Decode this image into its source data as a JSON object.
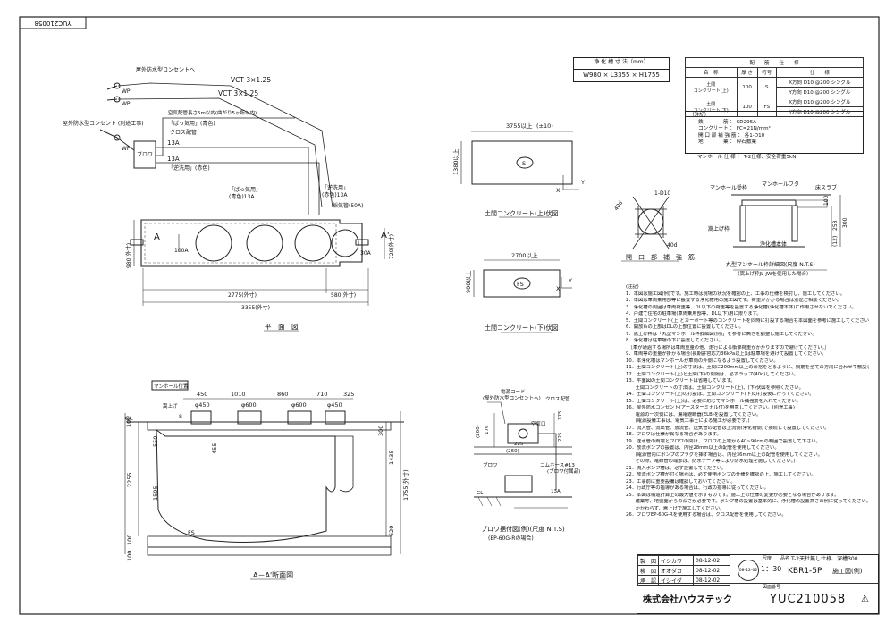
{
  "drawing_id_stamp": "YUC210058",
  "dims_table": {
    "header": "浄 化 槽 寸 法（mm）",
    "value": "W980 × L3355 × H1755"
  },
  "spec_table": {
    "title": "配　　筋　　仕　　様",
    "headers": [
      "名　称",
      "厚 さ",
      "符号",
      "仕　　様"
    ],
    "rows": [
      {
        "name": "土間\nコンクリート(上)",
        "thickness": "100",
        "code": "S",
        "specs": [
          "X方向 D10 @200 シングル",
          "Y方向 D10 @200 シングル"
        ]
      },
      {
        "name": "土間\nコンクリート(下)",
        "thickness": "100",
        "code": "FS",
        "specs": [
          "X方向 D10 @200 シングル",
          "Y方向 D10 @200 シングル"
        ]
      }
    ],
    "notes_title": "（注記）",
    "notes": [
      "鉄　　　　筋 ： SD295A",
      "コンクリート ： FC=21N/mm²",
      "開 口 部 補 強 筋 ： 各1-D10",
      "地　　　　業 ： 砕石敷業",
      "マンホール 仕 様 ： T-2仕様、安全荷重5kN"
    ]
  },
  "plan": {
    "label_outdoor_outlet": "屋外防水型コンセントへ",
    "label_outlet_power": "屋外防水型コンセント\n(別途工事)",
    "wp": [
      "WP",
      "WP",
      "WP"
    ],
    "vct1": "VCT 3×1.25",
    "vct2": "VCT 3×1.25",
    "air_pipe_note": "空気配管長さ5m以内(曲がり5ヶ所以内)",
    "blower": "ブロワ",
    "cross_pipe": "クロス配管",
    "aeration_left": "「ばっ気用」(青色)",
    "backwash": "「逆洗用」(赤色)",
    "pipe13a_1": "13A",
    "pipe13a_2": "13A",
    "aeration_label": "「ばっ気用」",
    "aeration_color": "(青色)13A",
    "backwash_label": "「逆洗用」",
    "backwash_color": "(赤色)13A",
    "sampling": "採気管(50A)",
    "inlet_a": "A",
    "inlet_pipe": "100A",
    "outlet_a": "A'",
    "outlet_pipe": "30A",
    "width_dim": "980(外寸)",
    "right_dim": "720(外寸)",
    "len1": "2775(外寸)",
    "len2": "580(外寸)",
    "len_total": "3355(外寸)",
    "caption": "平　面　図"
  },
  "slab_upper": {
    "dim_len": "3755以上",
    "dim_sub": "(±10)",
    "dim_h": "1380以上",
    "code": "S",
    "axis_x": "X",
    "axis_y": "Y",
    "caption": "土間コンクリート(上)伏図"
  },
  "slab_lower": {
    "dim_len": "2700以上",
    "dim_h": "900以上",
    "code": "FS",
    "axis_x": "X",
    "axis_y": "Y",
    "caption": "土間コンクリート(下)伏図"
  },
  "opening": {
    "d40": "40d",
    "bar": "1-D10",
    "d40b": "40d",
    "caption": "開　口　部　補　強　筋"
  },
  "manhole": {
    "frame": "マンホール受枠",
    "cover": "マンホールフタ",
    "slab": "床スラブ",
    "raise": "嵩上げ枠",
    "tank": "浄化槽本体",
    "d100": "100",
    "d300": "300",
    "d258": "258",
    "d12": "(12)",
    "caption": "丸型マンホール枠詳細図(尺度 N.T.S)",
    "subcaption": "（嵩上げ枠JL-JWを使用した場合）"
  },
  "section": {
    "manhole_pos": "マンホール位置",
    "dims_top": [
      "450",
      "1010",
      "860",
      "710",
      "325"
    ],
    "dia": [
      "φ450",
      "φ600",
      "φ600",
      "φ450"
    ],
    "gl": "GL",
    "raise": "嵩上げ",
    "s": "S",
    "fs": "FS",
    "left_dims": [
      "100",
      "550",
      "2255",
      "1505",
      "100",
      "100"
    ],
    "right_dims": [
      "300",
      "1435",
      "1755(外寸)",
      "620"
    ],
    "d455": "455",
    "caption": "A－A'断面図"
  },
  "blower_detail": {
    "power_cord": "電源コード",
    "outlet": "(屋外防水型コンセントへ)",
    "cross": "クロス配管",
    "air_intake": "空気口",
    "d260": "(260)",
    "d176": "176",
    "d225": "225",
    "d175": "175",
    "d225b": "225",
    "d260b": "(260)",
    "blower": "ブロワ",
    "hose": "ゴムホース#13",
    "hose_note": "(ブロワ付属品)",
    "d13a": "13A",
    "gl": "GL",
    "caption": "ブロワ据付図(例)(尺度 N.T.S)",
    "subcaption": "(EP-60G-Rの場合)"
  },
  "notes_title": "(注記)",
  "notes": [
    "1．本図は施工図(例)です。施工時は現場の状況を確認の上、工事の仕様を検討し、施工してください。",
    "2．本図は車両乗用部等に設置する浄化槽用の施工図です。荷重がかかる場合は別途ご相談ください。",
    "3．浄化槽の周囲は車両荷重等、DL以下の荷重等を設置する浄化槽(浄化槽本体)に作用させないでください。",
    "4．戸建て住宅の駐車場(車両乗用部等、DL以下)用に限ります。",
    "5．土間コンクリート(上)とカーポート等のコンクリートを同時に打設する場合も本図面を参考に施工してください。",
    "6．開放系の上部はDLの上部位置に設置してください。",
    "7．嵩上げ枠は「丸型マンホール枠詳細図(例)」を参考に高さを調整し施工してください。",
    "8．浄化槽は駐車場の下に設置してください。",
    "　［車が通過する場所は車両重量の他、走行による衝撃荷重がかかりますので避けてください。］",
    "9．車両等の重量が掛かる場合(長期許容応力36kPa以上)は駐車場を避けて設置してください。",
    "10．本浄化槽はマンホールが車両の外側になるよう設置してください。",
    "11．土間コンクリート(上)の寸法は、土間に200mm以上の余裕をとるように、鋼筋を全ての方向に合わせて敷設してください。",
    "12．土間コンクリート(上)と土間(下)の間隔は、必ずラップ(40d)してください。",
    "13．平面図の土間コンクリートは省略しています。",
    "　　土間コンクリートの寸法は、土間コンクリート(上)、(下)伏図を参照ください。",
    "14．土間コンクリート(上)の打設は、土間コンクリート(下)の打設後に行ってください。",
    "15．土間コンクリート(上)は、必要に応じてマンホール補強筋を入れてください。",
    "16．屋外防水コンセント(アースターミナル付)を用意してください。(別途工事)",
    "　　電源の一次側には、漏電遮断器(ELB)を設置してください。",
    "　　(電源設備工事は、電気工事士による施工が必要です。)",
    "17．流入管、流出管、放流管、送気管の配管は上流側(浄化槽側)で接続して設置してください。",
    "18．ブロワは仕様が異なる場合があります。",
    "19．送水管の両端とブロワの間は、ブロワの上端から40~90cmの範囲で設置して下さい。",
    "20．放流ポンプの設置は、内径28mm以上の配管を使用してください。",
    "　　(電源管内にポンプのプラグを挿す場合は、内径36mm以上の配管を使用してください。",
    "　　その際、電線管の端部は、防水テープ等により防水処理を施してください。)",
    "21．流入ポンプ槽は、必ず設置してください。",
    "22．放流ポンプ槽が付く場合は、必ず使用ポンプの仕様を確認の上、施工してください。",
    "23．工事前に重要設備は確認しておいてください。",
    "24．行政庁等の指導がある場合は、行政の指導に従ってください。",
    "25．本図は構造計算上の最大値を示すものです。施工上の仕様の変更が必要となる場合があります。",
    "　　建築等、地盤面からの深さが必要です。ポンプ槽の設置は基本的に、浄化槽の設置高さの例に従ってください。",
    "　　かかわらず、嵩上げで施工してください。",
    "26．ブロワEP-60G-Rを使用する場合は、クロス配管を使用してください。"
  ],
  "title_block": {
    "rows": [
      {
        "role": "製　図",
        "name": "イシカワ",
        "date": "08-12-02"
      },
      {
        "role": "検　図",
        "name": "オオダカ",
        "date": "08-12-02"
      },
      {
        "role": "承　認",
        "name": "イシイダ",
        "date": "08-12-02"
      }
    ],
    "stamp_date": "08-12-02",
    "scale_label": "尺度",
    "scale": "1：30",
    "name_label": "品名",
    "product_note": "T-2天杜無し仕様、深槽300",
    "model": "KBR1-5P",
    "drawing_type": "施工図(例)",
    "number_label": "図面番号",
    "number": "YUC210058",
    "company": "株式会社ハウステック"
  }
}
